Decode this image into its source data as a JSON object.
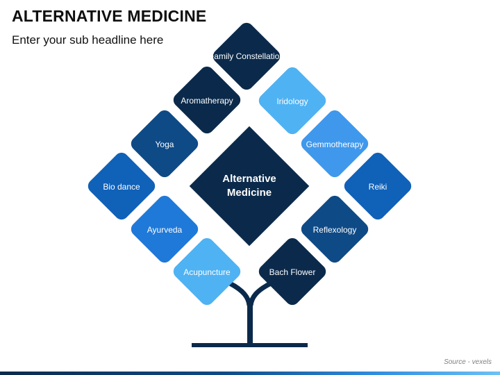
{
  "title": "ALTERNATIVE MEDICINE",
  "subtitle": "Enter your sub headline here",
  "center": {
    "line1": "Alternative",
    "line2": "Medicine",
    "color": "#0b2a4b"
  },
  "nodes": [
    {
      "label": "Family Constellations",
      "color": "#0b2a4b"
    },
    {
      "label": "Aromatherapy",
      "color": "#0b2a4b"
    },
    {
      "label": "Iridology",
      "color": "#4fb2f3"
    },
    {
      "label": "Yoga",
      "color": "#0e4a86"
    },
    {
      "label": "Gemmotherapy",
      "color": "#3f98ec"
    },
    {
      "label": "Bio dance",
      "color": "#1061b8"
    },
    {
      "label": "Reiki",
      "color": "#1061b8"
    },
    {
      "label": "Ayurveda",
      "color": "#1f79d8"
    },
    {
      "label": "Reflexology",
      "color": "#0e4a86"
    },
    {
      "label": "Acupuncture",
      "color": "#4fb2f3"
    },
    {
      "label": "Bach Flower",
      "color": "#0b2a4b"
    }
  ],
  "trunk_color": "#0b2a4b",
  "source": "Source - vexels"
}
